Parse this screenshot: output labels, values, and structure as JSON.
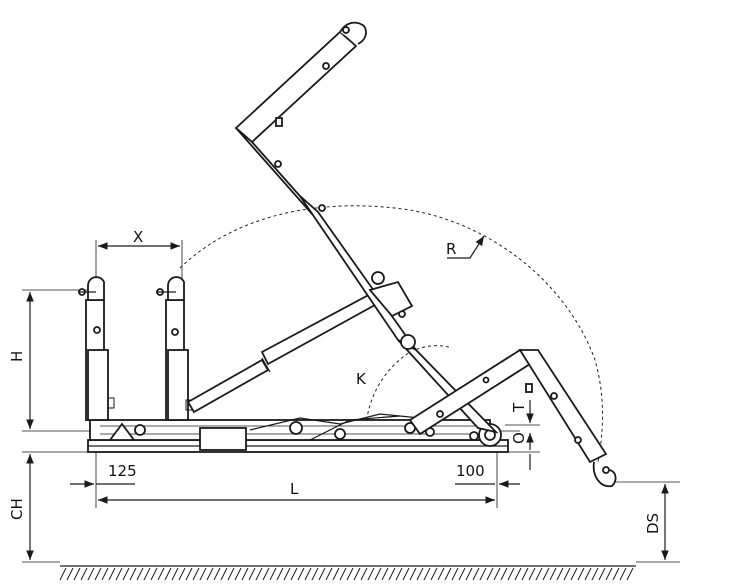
{
  "labels": {
    "x": "X",
    "h": "H",
    "r": "R",
    "k": "K",
    "t": "T",
    "o": "O",
    "dim_125": "125",
    "dim_100": "100",
    "l": "L",
    "ch": "CH",
    "ds": "DS"
  },
  "colors": {
    "line": "#1a1a1a",
    "background": "#ffffff"
  }
}
